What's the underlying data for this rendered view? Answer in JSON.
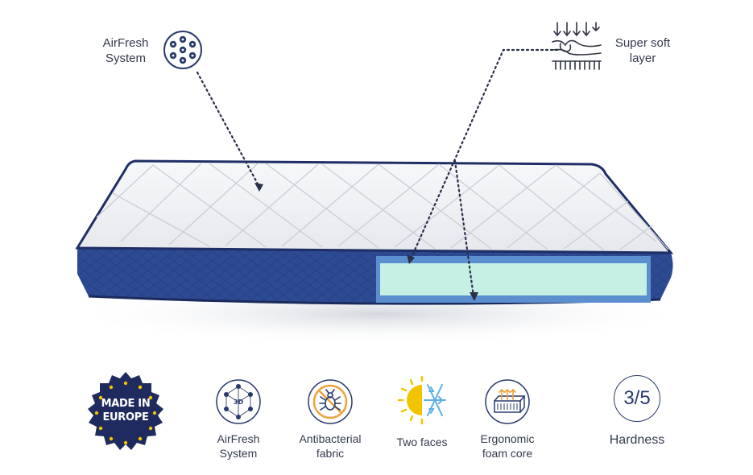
{
  "callouts": {
    "airfresh": {
      "line1": "AirFresh",
      "line2": "System",
      "icon": "airfresh-holes-icon"
    },
    "supersoft": {
      "line1": "Super soft",
      "line2": "layer",
      "icon": "soft-layer-pressure-icon"
    }
  },
  "badge": {
    "line1": "MADE IN",
    "line2": "EUROPE",
    "icon": "eu-stars-seal-icon"
  },
  "features": [
    {
      "line1": "AirFresh",
      "line2": "System",
      "icon": "airfresh-3d-icon"
    },
    {
      "line1": "Antibacterial",
      "line2": "fabric",
      "icon": "antibacterial-bug-icon"
    },
    {
      "line1": "Two faces",
      "line2": "",
      "icon": "sun-snowflake-icon"
    },
    {
      "line1": "Ergonomic",
      "line2": "foam core",
      "icon": "mattress-foam-icon"
    }
  ],
  "hardness": {
    "value": "3/5",
    "label": "Hardness"
  },
  "colors": {
    "navy": "#2a3a6e",
    "mattress_side": "#2d4a93",
    "foam": "#c6f0e4",
    "foam_border": "#5b8fd0",
    "accent_yellow": "#f2c400",
    "accent_blue": "#5ab0e6"
  }
}
